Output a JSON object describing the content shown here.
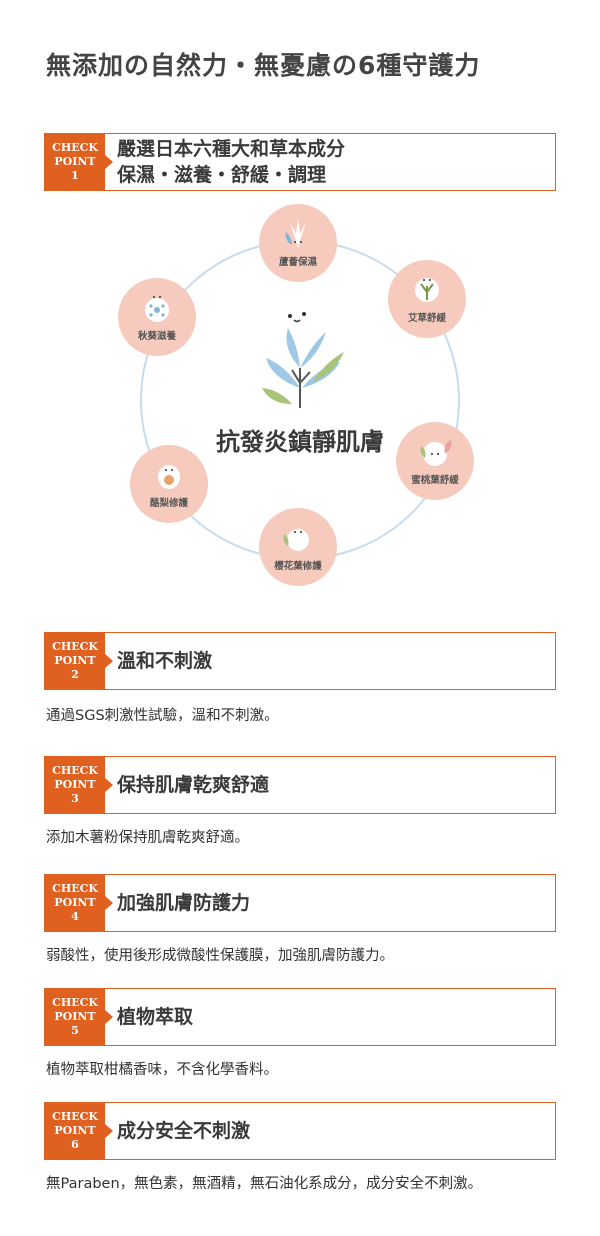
{
  "page": {
    "title": "無添加の自然力・無憂慮の6種守護力"
  },
  "badge": {
    "line1": "CHECK",
    "line2": "POINT"
  },
  "points": [
    {
      "num": "1",
      "title_line1": "嚴選日本六種大和草本成分",
      "title_line2": "保濕・滋養・舒緩・調理"
    },
    {
      "num": "2",
      "title": "溫和不刺激",
      "desc": "通過SGS刺激性試驗，溫和不刺激。"
    },
    {
      "num": "3",
      "title": "保持肌膚乾爽舒適",
      "desc": "添加木薯粉保持肌膚乾爽舒適。"
    },
    {
      "num": "4",
      "title": "加強肌膚防護力",
      "desc": "弱酸性，使用後形成微酸性保護膜，加強肌膚防護力。"
    },
    {
      "num": "5",
      "title": "植物萃取",
      "desc": "植物萃取柑橘香味，不含化學香料。"
    },
    {
      "num": "6",
      "title": "成分安全不刺激",
      "desc": "無Paraben，無色素，無酒精，無石油化系成分，成分安全不刺激。"
    }
  ],
  "diagram": {
    "center": "抗發炎鎮靜肌膚",
    "nodes": [
      {
        "label": "蘆薈保濕",
        "icon": "aloe-icon"
      },
      {
        "label": "艾草舒緩",
        "icon": "mugwort-icon"
      },
      {
        "label": "蜜桃葉舒緩",
        "icon": "peach-leaf-icon"
      },
      {
        "label": "櫻花葉修護",
        "icon": "sakura-leaf-icon"
      },
      {
        "label": "酪梨修護",
        "icon": "avocado-icon"
      },
      {
        "label": "秋葵滋養",
        "icon": "okra-icon"
      }
    ]
  },
  "colors": {
    "accent": "#e0611f",
    "node": "#f6cbbd",
    "ring": "#c6dcee",
    "leaf_blue": "#9fc7e6",
    "leaf_green": "#a8c47a"
  }
}
